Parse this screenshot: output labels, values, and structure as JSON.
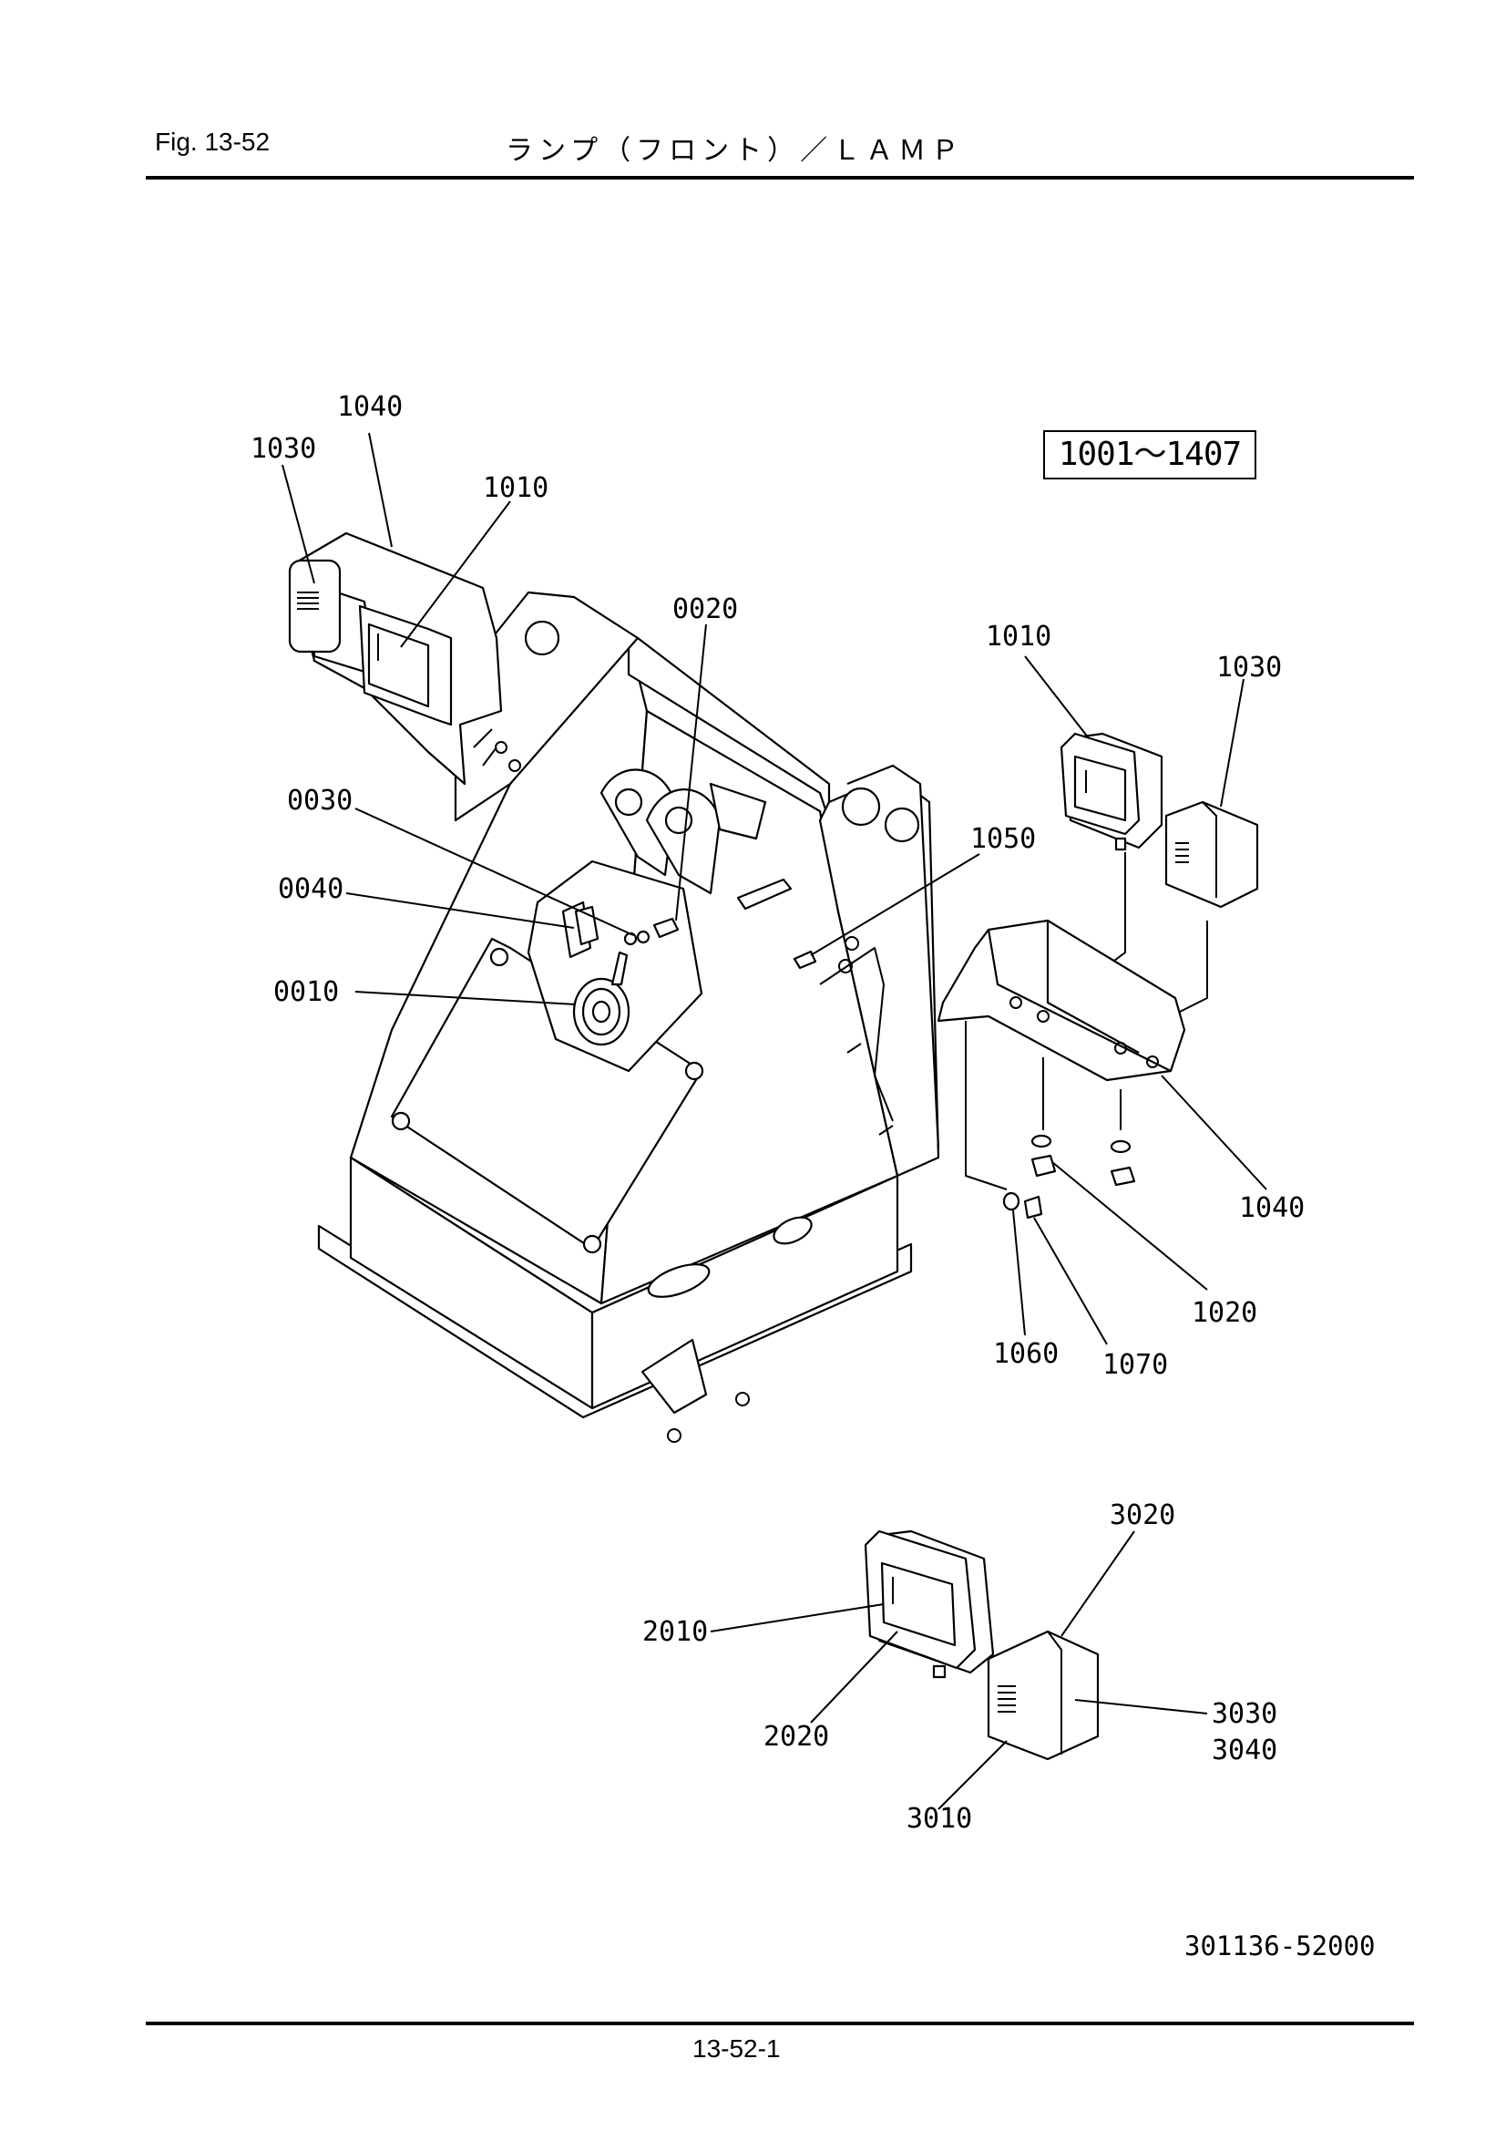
{
  "header": {
    "fig_label": "Fig.  13-52",
    "title": "ランプ（フロント）／ＬＡＭＰ"
  },
  "serial_range": "1001～1407",
  "doc_number": "301136-52000",
  "page_number": "13-52-1",
  "callouts": {
    "c1040a": "1040",
    "c1030a": "1030",
    "c1010a": "1010",
    "c0020": "0020",
    "c0030": "0030",
    "c0040": "0040",
    "c0010": "0010",
    "c1010b": "1010",
    "c1030b": "1030",
    "c1050": "1050",
    "c1040b": "1040",
    "c1020": "1020",
    "c1060": "1060",
    "c1070": "1070",
    "c3020": "3020",
    "c2010": "2010",
    "c2020": "2020",
    "c3030": "3030",
    "c3040": "3040",
    "c3010": "3010"
  }
}
